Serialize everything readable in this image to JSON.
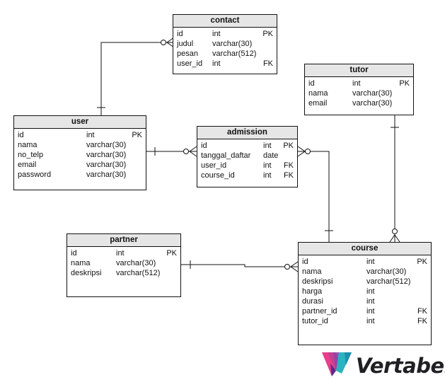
{
  "tables": {
    "contact": {
      "name": "contact",
      "columns": [
        {
          "name": "id",
          "type": "int",
          "key": "PK"
        },
        {
          "name": "judul",
          "type": "varchar(30)",
          "key": ""
        },
        {
          "name": "pesan",
          "type": "varchar(512)",
          "key": ""
        },
        {
          "name": "user_id",
          "type": "int",
          "key": "FK"
        }
      ]
    },
    "tutor": {
      "name": "tutor",
      "columns": [
        {
          "name": "id",
          "type": "int",
          "key": "PK"
        },
        {
          "name": "nama",
          "type": "varchar(30)",
          "key": ""
        },
        {
          "name": "email",
          "type": "varchar(30)",
          "key": ""
        }
      ]
    },
    "user": {
      "name": "user",
      "columns": [
        {
          "name": "id",
          "type": "int",
          "key": "PK"
        },
        {
          "name": "nama",
          "type": "varchar(30)",
          "key": ""
        },
        {
          "name": "no_telp",
          "type": "varchar(30)",
          "key": ""
        },
        {
          "name": "email",
          "type": "varchar(30)",
          "key": ""
        },
        {
          "name": "password",
          "type": "varchar(30)",
          "key": ""
        }
      ]
    },
    "admission": {
      "name": "admission",
      "columns": [
        {
          "name": "id",
          "type": "int",
          "key": "PK"
        },
        {
          "name": "tanggal_daftar",
          "type": "date",
          "key": ""
        },
        {
          "name": "user_id",
          "type": "int",
          "key": "FK"
        },
        {
          "name": "course_id",
          "type": "int",
          "key": "FK"
        }
      ]
    },
    "partner": {
      "name": "partner",
      "columns": [
        {
          "name": "id",
          "type": "int",
          "key": "PK"
        },
        {
          "name": "nama",
          "type": "varchar(30)",
          "key": ""
        },
        {
          "name": "deskripsi",
          "type": "varchar(512)",
          "key": ""
        }
      ]
    },
    "course": {
      "name": "course",
      "columns": [
        {
          "name": "id",
          "type": "int",
          "key": "PK"
        },
        {
          "name": "nama",
          "type": "varchar(30)",
          "key": ""
        },
        {
          "name": "deskripsi",
          "type": "varchar(512)",
          "key": ""
        },
        {
          "name": "harga",
          "type": "int",
          "key": ""
        },
        {
          "name": "durasi",
          "type": "int",
          "key": ""
        },
        {
          "name": "partner_id",
          "type": "int",
          "key": "FK"
        },
        {
          "name": "tutor_id",
          "type": "int",
          "key": "FK"
        }
      ]
    }
  },
  "relationships": [
    {
      "from": "user",
      "to": "contact",
      "one_end": "user",
      "many_end": "contact"
    },
    {
      "from": "user",
      "to": "admission",
      "one_end": "user",
      "many_end": "admission"
    },
    {
      "from": "course",
      "to": "admission",
      "one_end": "course",
      "many_end": "admission"
    },
    {
      "from": "partner",
      "to": "course",
      "one_end": "partner",
      "many_end": "course"
    },
    {
      "from": "tutor",
      "to": "course",
      "one_end": "tutor",
      "many_end": "course"
    }
  ],
  "logo": {
    "text": "Vertabelo",
    "colors": [
      "#e83e8c",
      "#8e44ad",
      "#2bb3c0",
      "#1f1f24"
    ]
  }
}
